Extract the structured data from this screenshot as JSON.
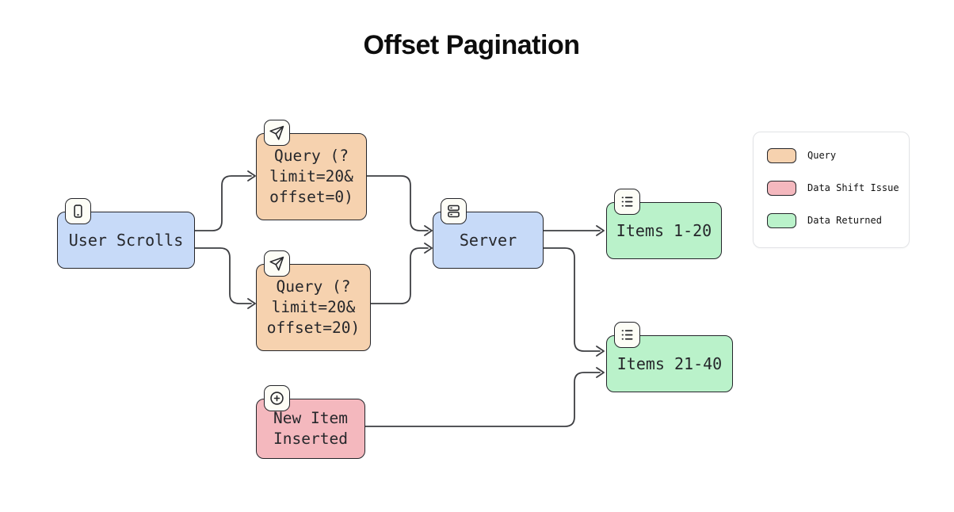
{
  "title": "Offset Pagination",
  "nodes": {
    "user_scrolls": {
      "lines": [
        "User Scrolls"
      ],
      "icon": "smartphone-icon"
    },
    "query1": {
      "lines": [
        "Query (?",
        "limit=20&",
        "offset=0)"
      ],
      "icon": "send-icon"
    },
    "query2": {
      "lines": [
        "Query (?",
        "limit=20&",
        "offset=20)"
      ],
      "icon": "send-icon"
    },
    "server": {
      "lines": [
        "Server"
      ],
      "icon": "server-icon"
    },
    "items_1_20": {
      "lines": [
        "Items 1-20"
      ],
      "icon": "list-icon"
    },
    "items_21_40": {
      "lines": [
        "Items 21-40"
      ],
      "icon": "list-icon"
    },
    "new_item": {
      "lines": [
        "New Item",
        "Inserted"
      ],
      "icon": "plus-circle-icon"
    }
  },
  "legend": {
    "items": [
      {
        "label": "Query",
        "color": "#f6d2af"
      },
      {
        "label": "Data Shift Issue",
        "color": "#f4b8be"
      },
      {
        "label": "Data Returned",
        "color": "#baf2ca"
      }
    ]
  },
  "colors": {
    "node_blue": "#c7daf8",
    "query_orange": "#f6d2af",
    "issue_pink": "#f4b8be",
    "returned_green": "#baf2ca",
    "edge": "#3d3e42",
    "node_border": "#24252a"
  }
}
